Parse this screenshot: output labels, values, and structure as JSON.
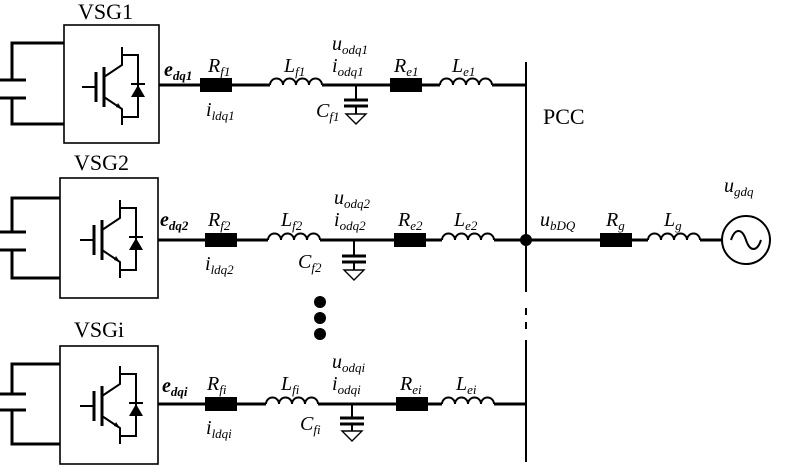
{
  "pcc_label": "PCC",
  "branches": [
    {
      "vsg": "VSG1",
      "e": {
        "base": "e",
        "sub": "dq1"
      },
      "Rf": {
        "base": "R",
        "sub": "f1"
      },
      "il": {
        "base": "i",
        "sub": "ldq1"
      },
      "Lf": {
        "base": "L",
        "sub": "f1"
      },
      "uo": {
        "base": "u",
        "sub": "odq1"
      },
      "io": {
        "base": "i",
        "sub": "odq1"
      },
      "Cf": {
        "base": "C",
        "sub": "f1"
      },
      "Re": {
        "base": "R",
        "sub": "e1"
      },
      "Le": {
        "base": "L",
        "sub": "e1"
      }
    },
    {
      "vsg": "VSG2",
      "e": {
        "base": "e",
        "sub": "dq2"
      },
      "Rf": {
        "base": "R",
        "sub": "f2"
      },
      "il": {
        "base": "i",
        "sub": "ldq2"
      },
      "Lf": {
        "base": "L",
        "sub": "f2"
      },
      "uo": {
        "base": "u",
        "sub": "odq2"
      },
      "io": {
        "base": "i",
        "sub": "odq2"
      },
      "Cf": {
        "base": "C",
        "sub": "f2"
      },
      "Re": {
        "base": "R",
        "sub": "e2"
      },
      "Le": {
        "base": "L",
        "sub": "e2"
      }
    },
    {
      "vsg": "VSGi",
      "e": {
        "base": "e",
        "sub": "dqi"
      },
      "Rf": {
        "base": "R",
        "sub": "fi"
      },
      "il": {
        "base": "i",
        "sub": "ldqi"
      },
      "Lf": {
        "base": "L",
        "sub": "fi"
      },
      "uo": {
        "base": "u",
        "sub": "odqi"
      },
      "io": {
        "base": "i",
        "sub": "odqi"
      },
      "Cf": {
        "base": "C",
        "sub": "fi"
      },
      "Re": {
        "base": "R",
        "sub": "ei"
      },
      "Le": {
        "base": "L",
        "sub": "ei"
      }
    }
  ],
  "bus_voltage": {
    "base": "u",
    "sub": "bDQ"
  },
  "grid": {
    "Rg": {
      "base": "R",
      "sub": "g"
    },
    "Lg": {
      "base": "L",
      "sub": "g"
    },
    "ug": {
      "base": "u",
      "sub": "gdq"
    }
  }
}
